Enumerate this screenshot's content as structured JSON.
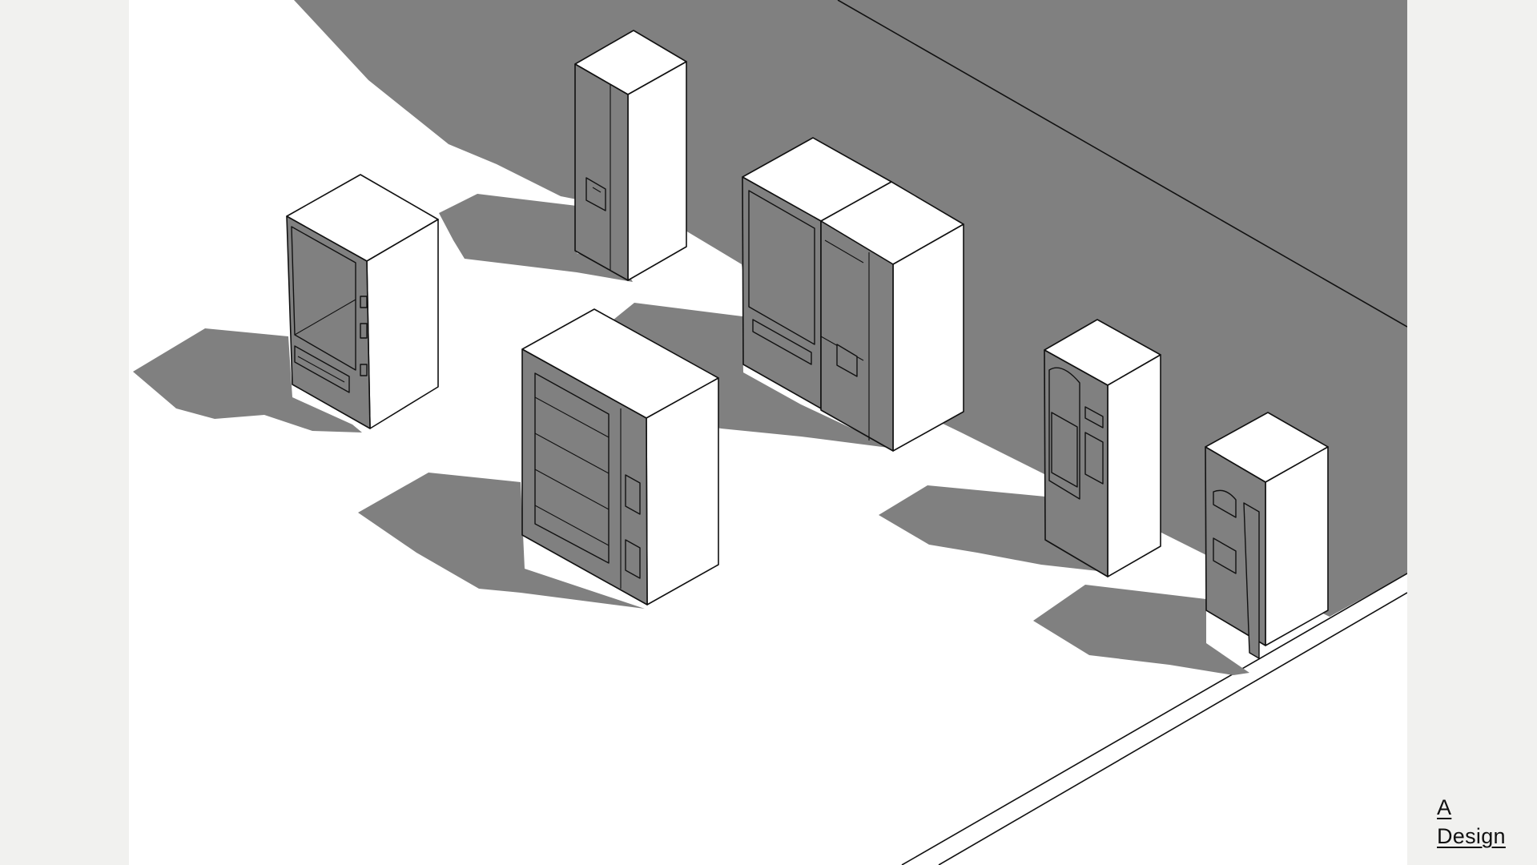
{
  "figure": {
    "type": "isometric architectural illustration",
    "subject": "vending machines arranged on a plaza with cast shadows",
    "machine_count": 6,
    "machines": [
      {
        "id": "snack-machine-left",
        "description": "glass-front snack vending machine with side keypad"
      },
      {
        "id": "tall-narrow-machine",
        "description": "tall narrow two-door machine with small dispensing slot"
      },
      {
        "id": "double-machine",
        "description": "wide double-unit machine with large display and dispensing slot"
      },
      {
        "id": "shelf-machine-center",
        "description": "wide glass-front machine with four shelves and payment panel"
      },
      {
        "id": "arched-window-machine",
        "description": "machine with arched window, card slot and panel, on small feet"
      },
      {
        "id": "slim-kiosk-machine",
        "description": "slim kiosk machine with tall vertical slot and cubby"
      }
    ],
    "colors": {
      "background_margin": "#f1f1ef",
      "ground": "#ffffff",
      "shadow": "#808080",
      "line": "#111111"
    }
  },
  "logo": {
    "line1": "A",
    "line2": "Design"
  }
}
